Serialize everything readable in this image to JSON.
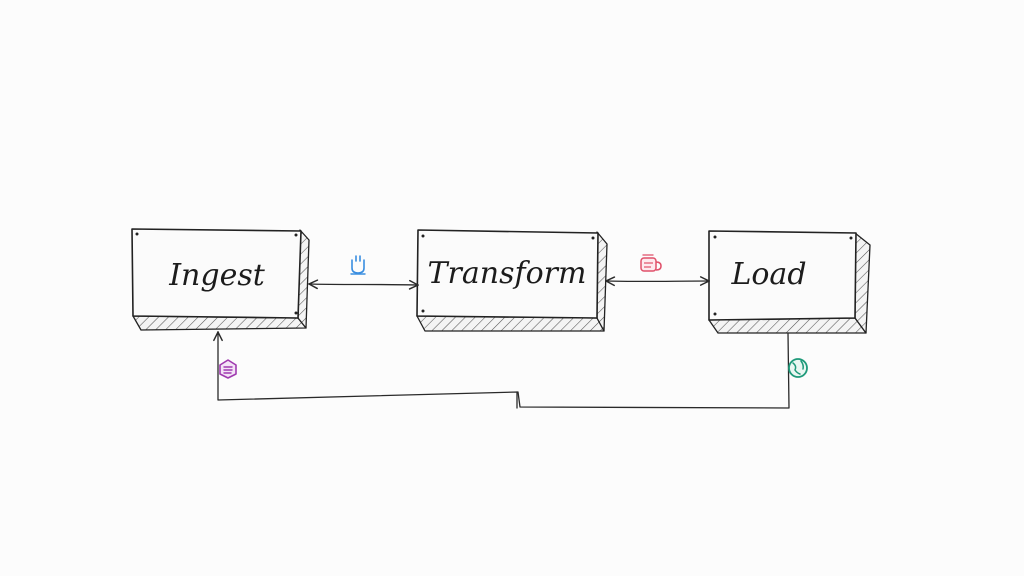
{
  "nodes": [
    {
      "id": "ingest",
      "label": "Ingest"
    },
    {
      "id": "transform",
      "label": "Transform"
    },
    {
      "id": "load",
      "label": "Load"
    }
  ],
  "edges": [
    {
      "from": "ingest",
      "to": "transform",
      "bidirectional": true,
      "icon": "plug-icon",
      "icon_color": "#3a8ee0"
    },
    {
      "from": "transform",
      "to": "load",
      "bidirectional": true,
      "icon": "database-icon",
      "icon_color": "#e0506a"
    },
    {
      "from": "load",
      "to": "ingest",
      "bidirectional": false,
      "route": "feedback-loop-below",
      "icons": [
        {
          "name": "globe-icon",
          "color": "#1f9a7a"
        },
        {
          "name": "stack-icon",
          "color": "#a03bb0"
        }
      ]
    }
  ],
  "colors": {
    "ink": "#222222",
    "background": "#fcfcfc"
  }
}
